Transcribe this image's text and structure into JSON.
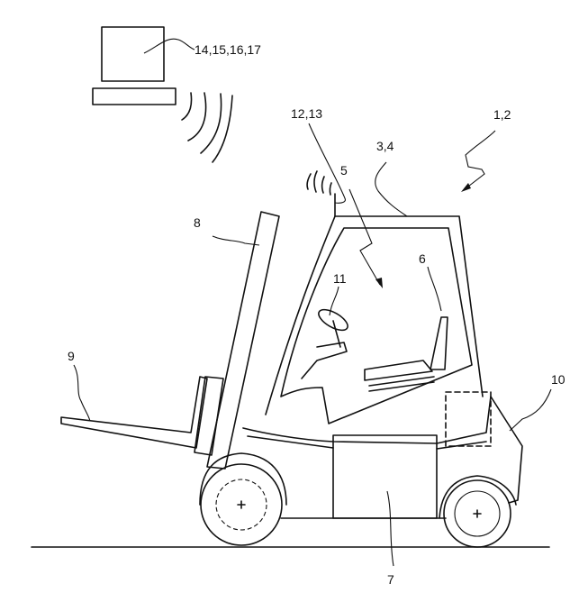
{
  "figure": {
    "labels": {
      "computer": "14,15,16,17",
      "transmitter": "12,13",
      "vehicle": "1,2",
      "cab": "3,4",
      "cab_interior": "5",
      "mast": "8",
      "seat": "6",
      "steering_wheel": "11",
      "fork": "9",
      "counterweight": "10",
      "battery": "7"
    },
    "stroke_color": "#111111",
    "background_color": "#ffffff"
  }
}
